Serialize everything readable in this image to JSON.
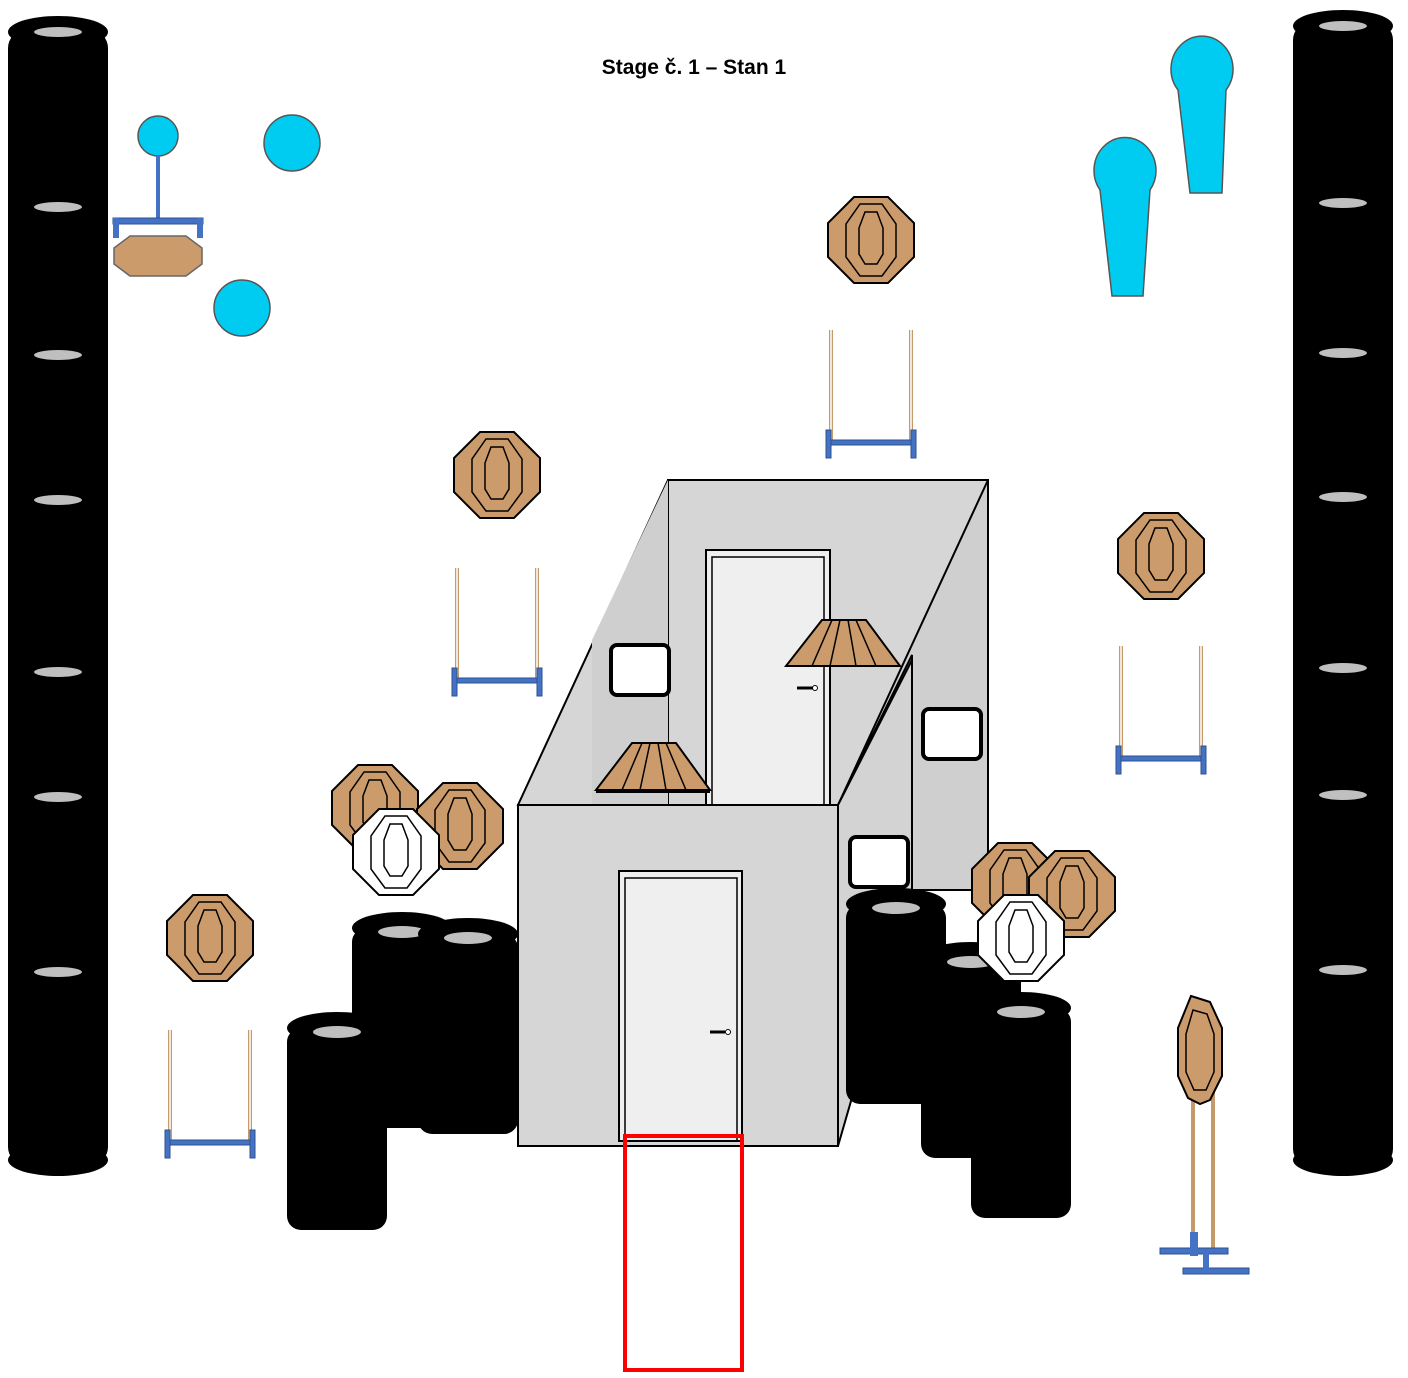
{
  "title": "Stage č. 1 – Stan 1",
  "colors": {
    "target_fill": "#cc9b6c",
    "noshoot_fill": "#ffffff",
    "steel_fill": "#00ccf2",
    "stand_blue": "#4472c4",
    "barricade_fill": "#d6d6d6",
    "door_fill": "#efefef",
    "shooting_box": "#ff0000",
    "tire_black": "#000000",
    "tire_highlight": "#bfbfbf"
  },
  "elements": {
    "tire_walls": 2,
    "tire_stacks": 6,
    "paper_targets": 10,
    "no_shoot_targets": 2,
    "steel_poppers": 2,
    "steel_plates": 3,
    "swinging_target": 1,
    "barricade_windows": 3,
    "doors": 2,
    "shooting_box": 1
  }
}
